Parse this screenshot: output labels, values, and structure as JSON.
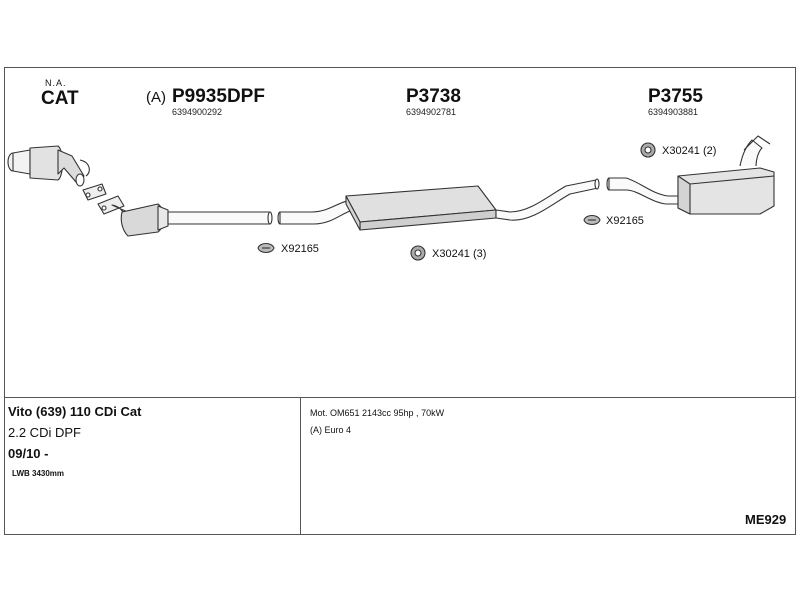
{
  "header": {
    "cat_superscript": "N.A.",
    "cat_label": "CAT"
  },
  "parts": [
    {
      "prefix": "(A)",
      "number": "P9935DPF",
      "oem": "6394900292"
    },
    {
      "number": "P3738",
      "oem": "6394902781"
    },
    {
      "number": "P3755",
      "oem": "6394903881"
    }
  ],
  "clamps": [
    {
      "label": "X92165"
    },
    {
      "label": "X30241 (3)"
    },
    {
      "label": "X92165"
    },
    {
      "label": "X30241 (2)"
    }
  ],
  "vehicle": {
    "model": "Vito (639) 110 CDi Cat",
    "engine": "2.2 CDi DPF",
    "date": "09/10 -",
    "wheelbase": "LWB 3430mm"
  },
  "details": {
    "motor": "Mot. OM651 2143cc 95hp , 70kW",
    "norm": "(A) Euro 4"
  },
  "diagram_code": "ME929",
  "colors": {
    "line": "#333333",
    "fill_light": "#f2f2f2",
    "fill_mid": "#d6d6d6"
  }
}
